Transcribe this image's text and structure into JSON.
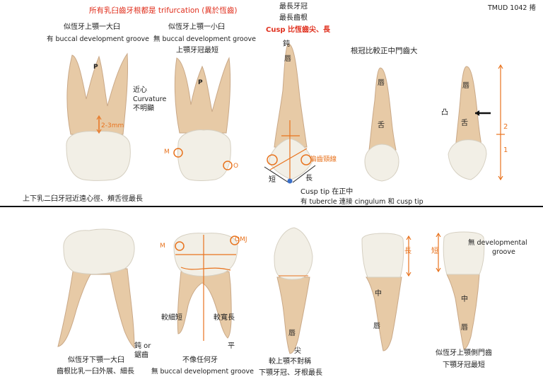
{
  "header": {
    "ref": "TMUD 1042 捲",
    "trifurcation_note": "所有乳臼齒牙根都是 trifurcation (異於恆齒)",
    "longest_crown": "最長牙冠",
    "longest_root": "最長齒根",
    "cusp_note": "Cusp 比恆齒尖、長"
  },
  "top_row": {
    "t1_title": "似恆牙上顎一大臼",
    "t1_line2": "有 buccal development groove",
    "t1_p": "P",
    "t1_mesial": "近心",
    "t1_curvature": "Curvature",
    "t1_unclear": "不明顯",
    "t1_measure": "2-3mm",
    "t2_title": "似恆牙上顎一小臼",
    "t2_line2": "無 buccal development groove",
    "t2_line3": "上顎牙冠最短",
    "t2_p": "P",
    "t2_m": "M",
    "t2_o": "O",
    "t3_blunt": "鈍",
    "t3_labial": "唇",
    "t3_offset": "偏齒頸線",
    "t3_short": "短",
    "t3_long": "長",
    "t3_cusp_tip": "Cusp tip 在正中",
    "t3_tubercle": "有 tubercle 連接 cingulum 和 cusp tip",
    "t4_title": "根冠比較正中門齒大",
    "t4_labial": "唇",
    "t4_lingual": "舌",
    "t5_labial": "唇",
    "t5_convex": "凸",
    "t5_lingual": "舌",
    "t5_two": "2",
    "t5_one": "1",
    "bottom_note": "上下乳二臼牙冠近遠心徑、頰舌徑最長"
  },
  "bottom_row": {
    "b1_blunt": "鈍 or",
    "b1_cutting": "鋸齒",
    "b1_title": "似恆牙下顎一大臼",
    "b1_line2": "齒根比乳一臼外展、細長",
    "b2_m": "M",
    "b2_omj": "OMJ",
    "b2_thin": "較細短",
    "b2_wide": "較寬長",
    "b2_flat": "平",
    "b2_unlike": "不像任何牙",
    "b2_line2": "無 buccal development groove",
    "b3_labial": "唇",
    "b3_tip": "尖",
    "b3_title": "較上顎不對稱",
    "b3_line2": "下顎牙冠、牙根最長",
    "b4_long": "長",
    "b4_mid": "中",
    "b4_labial": "唇",
    "b5_short": "短",
    "b5_no_dev": "無 developmental",
    "b5_groove": "groove",
    "b5_mid": "中",
    "b5_labial": "唇",
    "b5_title": "似恆牙上顎側門齒",
    "b5_line2": "下顎牙冠最短"
  },
  "colors": {
    "annotation_red": "#e0301e",
    "annotation_orange": "#e8731e",
    "crown": "#f2efe6",
    "root": "#e7caa6",
    "divider": "#111111"
  }
}
